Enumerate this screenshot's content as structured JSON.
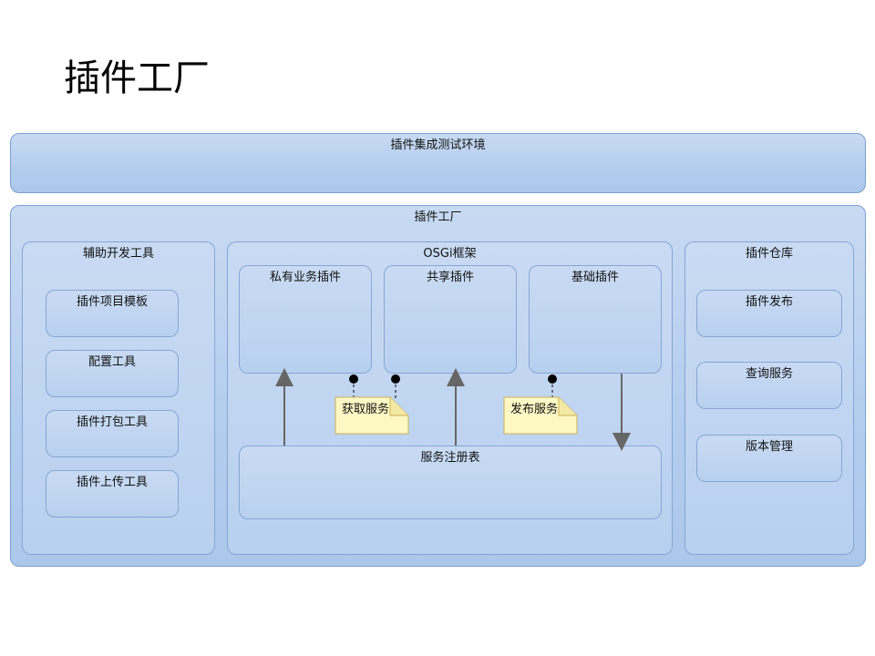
{
  "page": {
    "title": "插件工厂"
  },
  "test_env": {
    "label": "插件集成测试环境"
  },
  "factory": {
    "label": "插件工厂",
    "dev_tools": {
      "label": "辅助开发工具",
      "items": [
        "插件项目模板",
        "配置工具",
        "插件打包工具",
        "插件上传工具"
      ]
    },
    "osgi": {
      "label": "OSGi框架",
      "private_plugins": "私有业务插件",
      "shared_plugins": "共享插件",
      "base_plugins": "基础插件",
      "get_service": "获取服务",
      "publish_service": "发布服务",
      "registry": "服务注册表"
    },
    "repo": {
      "label": "插件仓库",
      "items": [
        "插件发布",
        "查询服务",
        "版本管理"
      ]
    }
  },
  "colors": {
    "box_border": "#7c9fd0",
    "box_fill": "#b3cdee",
    "note_fill": "#fdf7c4",
    "arrow": "#666666"
  }
}
